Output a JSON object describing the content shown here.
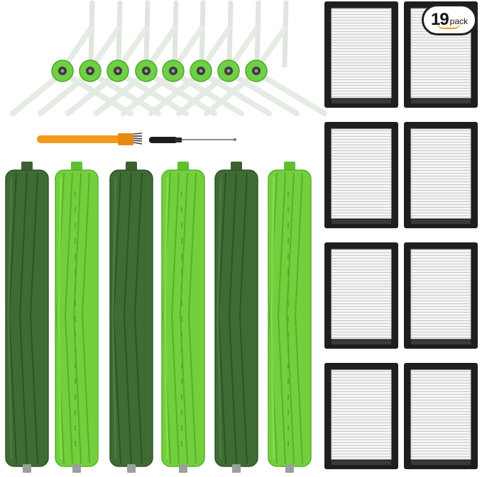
{
  "pack_badge": {
    "count": "19",
    "unit": "pack"
  },
  "colors": {
    "dark_roller": "#3f6b34",
    "light_roller": "#74cf3c",
    "filter_frame": "#1e1e1e",
    "filter_pleat": "#f3f3f3",
    "brush_hub": "#6fcf45",
    "brush_arm": "#e9eee8",
    "tool_orange": "#f39a1e",
    "badge_smile": "#f39c12"
  },
  "icons": {
    "side_brush": "three-arm-side-brush",
    "roller": "rubber-roller-brush",
    "filter": "hepa-filter",
    "cleaning_tool": "cleaning-brush-tool",
    "screwdriver": "screwdriver"
  }
}
